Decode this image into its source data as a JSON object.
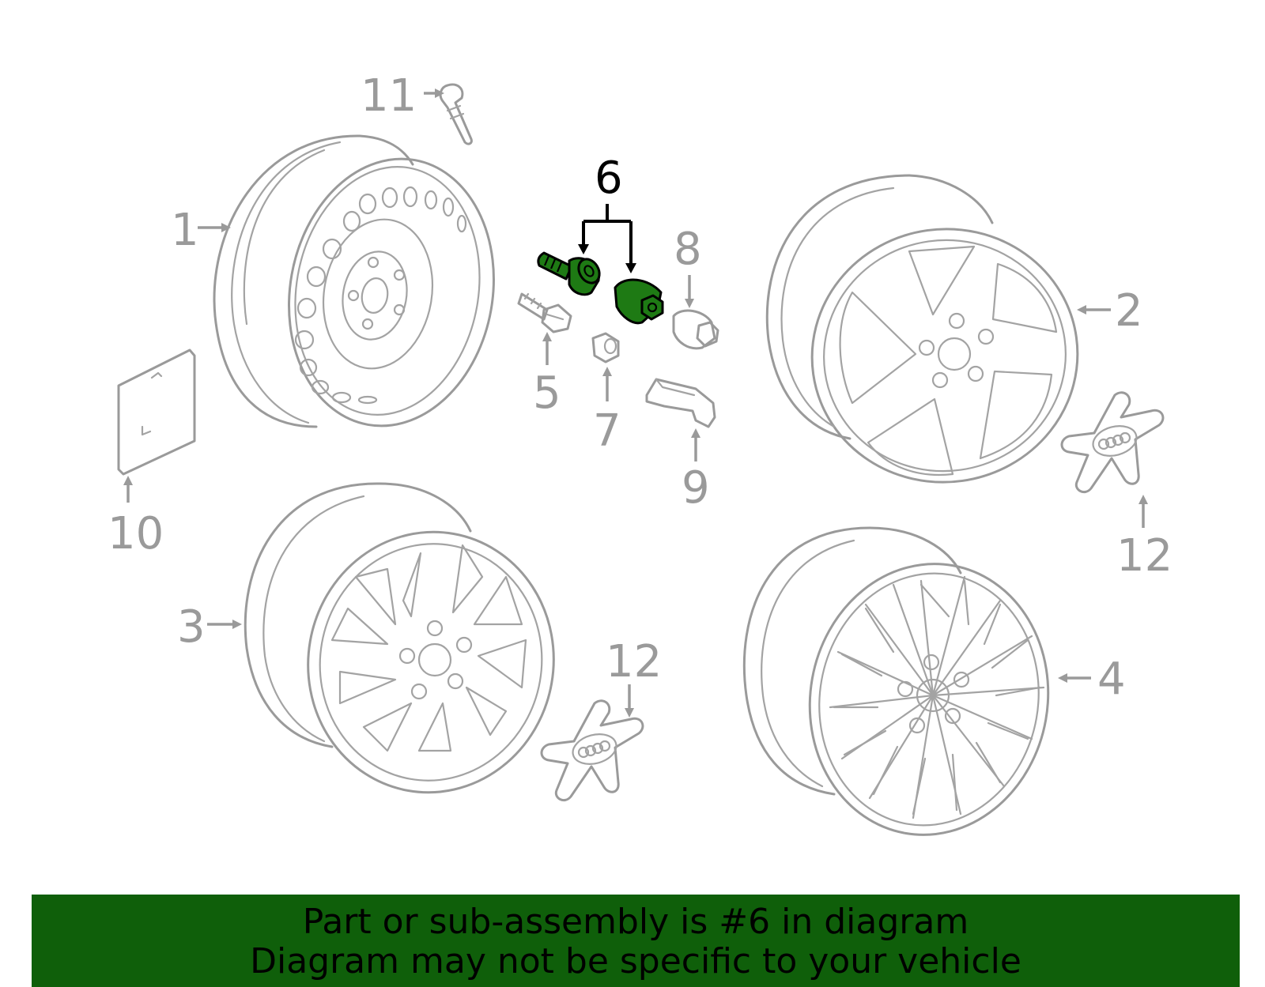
{
  "diagram": {
    "callouts": {
      "c1": "1",
      "c2": "2",
      "c3": "3",
      "c4": "4",
      "c5": "5",
      "c6": "6",
      "c7": "7",
      "c8": "8",
      "c9": "9",
      "c10": "10",
      "c11": "11",
      "c12a": "12",
      "c12b": "12"
    },
    "highlighted_part": "6",
    "colors": {
      "part_lines": "#9a9a9a",
      "highlight_fill": "#1e7a14",
      "banner_bg": "#0f5f0a"
    }
  },
  "banner": {
    "line1": "Part or sub-assembly is #6 in diagram",
    "line2": "Diagram may not be specific to your vehicle"
  }
}
